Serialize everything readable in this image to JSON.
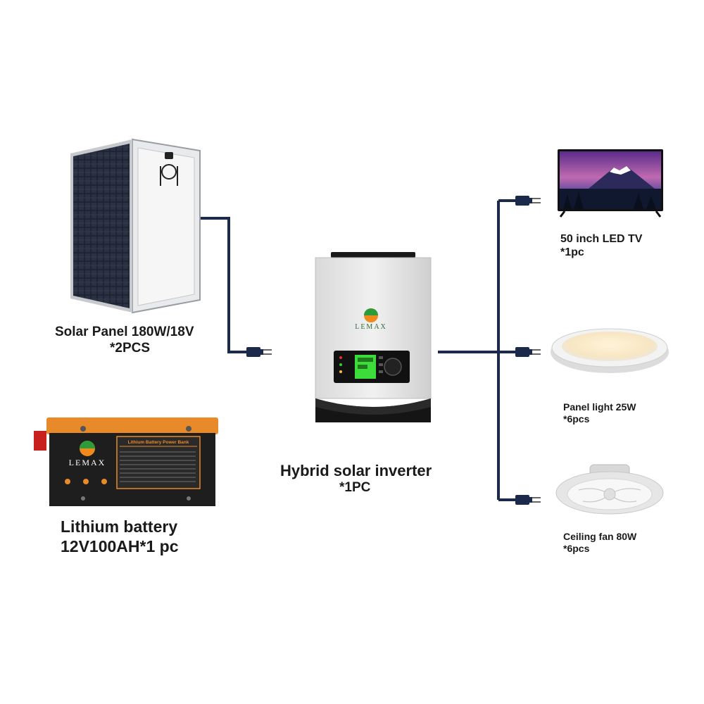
{
  "solar_panel": {
    "name": "Solar Panel 180W/18V",
    "qty": "*2PCS"
  },
  "battery": {
    "name": "Lithium battery",
    "qty": "12V100AH*1 pc",
    "brand": "LEMAX",
    "case_title": "Lithium Battery Power Bank"
  },
  "inverter": {
    "name": "Hybrid solar inverter",
    "qty": "*1PC",
    "brand": "LEMAX"
  },
  "loads": [
    {
      "name": "50 inch LED TV",
      "qty": "*1pc"
    },
    {
      "name": "Panel light 25W",
      "qty": "*6pcs"
    },
    {
      "name": "Ceiling fan 80W",
      "qty": "*6pcs"
    }
  ],
  "colors": {
    "cable": "#1b2a4a",
    "battery_accent": "#e8892a",
    "display": "#3ddc3a",
    "logo_green": "#2e9a3a",
    "logo_orange": "#f08a1c"
  }
}
